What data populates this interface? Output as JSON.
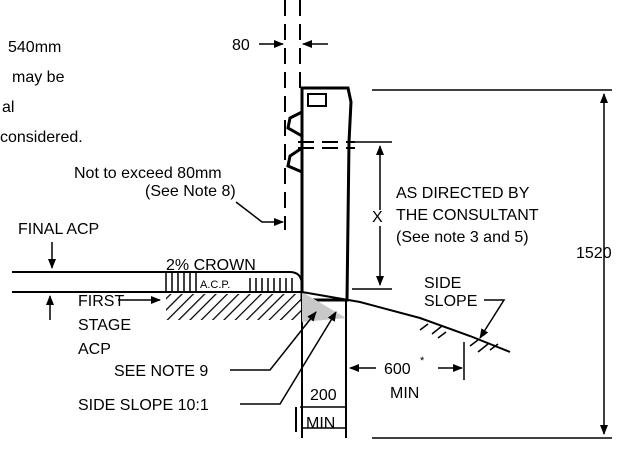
{
  "notes_fragment": [
    "540mm",
    "may be",
    "al",
    "considered."
  ],
  "labels": {
    "dim_80": "80",
    "not_exceed": "Not to  exceed  80mm",
    "see_note_8": "(See Note 8)",
    "final_acp": "FINAL  ACP",
    "crown": "2%  CROWN",
    "acp": "A.C.P.",
    "first_stage": [
      "FIRST",
      "STAGE",
      "ACP"
    ],
    "as_directed": [
      "AS  DIRECTED  BY",
      "THE  CONSULTANT",
      "(See note 3 and 5)"
    ],
    "x": "X",
    "side_slope": [
      "SIDE",
      "SLOPE"
    ],
    "dim_1520": "1520",
    "see_note_9": "SEE  NOTE  9",
    "side_slope_ratio": "SIDE  SLOPE  10:1",
    "dim_200": "200",
    "min": "MIN",
    "dim_600": "600",
    "asterisk": "*",
    "min_600": "MIN"
  },
  "colors": {
    "stroke": "#000000",
    "shade": "#c8c8c8"
  }
}
